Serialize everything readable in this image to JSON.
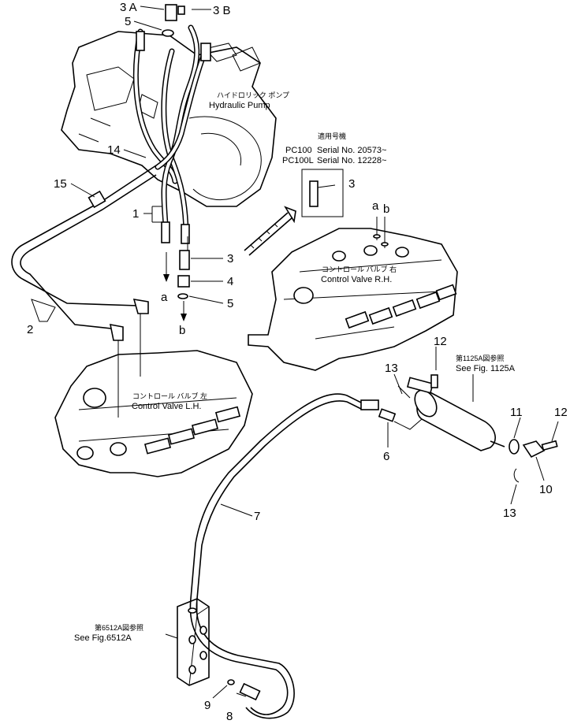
{
  "diagram": {
    "part_numbers": {
      "p3A": "3 A",
      "p3B": "3 B",
      "p5_top": "5",
      "p14": "14",
      "p15": "15",
      "p1": "1",
      "p2": "2",
      "p3_box": "3",
      "p3_mid": "3",
      "p4": "4",
      "p5_mid": "5",
      "a_mid": "a",
      "b_mid": "b",
      "a_right": "a",
      "b_right": "b",
      "p12_top": "12",
      "p13_top": "13",
      "p11": "11",
      "p12_right": "12",
      "p6": "6",
      "p10": "10",
      "p13_bottom": "13",
      "p7": "7",
      "p9": "9",
      "p8": "8"
    },
    "annotations": {
      "pump_jp": "ハイドロリック ポンプ",
      "pump_en": "Hydraulic Pump",
      "serial_head_jp": "適用号機",
      "serial_pc100_model": "PC100",
      "serial_pc100_no": "Serial No. 20573~",
      "serial_pc100l_model": "PC100L",
      "serial_pc100l_no": "Serial No. 12228~",
      "cv_rh_jp": "コントロール バルブ 右",
      "cv_rh_en": "Control Valve R.H.",
      "cv_lh_jp": "コントロール バルブ 左",
      "cv_lh_en": "Control Valve L.H.",
      "fig1125_jp": "第1125A図参照",
      "fig1125_en": "See Fig. 1125A",
      "fig6512_jp": "第6512A図参照",
      "fig6512_en": "See Fig.6512A"
    }
  }
}
